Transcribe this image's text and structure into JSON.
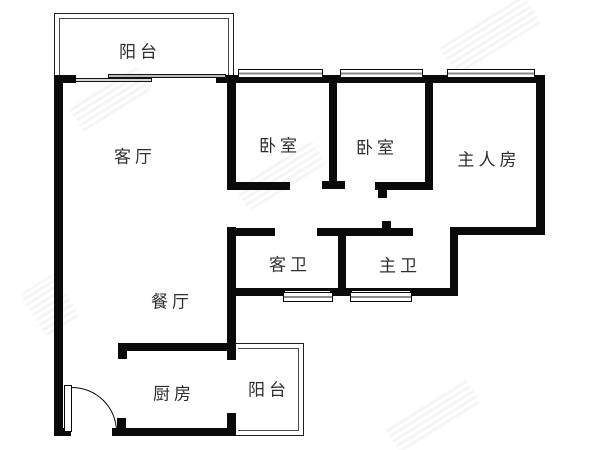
{
  "plan_title": "apartment-floor-plan",
  "rooms": {
    "balcony_top": {
      "label": "阳台"
    },
    "living": {
      "label": "客厅"
    },
    "bedroom_left": {
      "label": "卧室"
    },
    "bedroom_mid": {
      "label": "卧室"
    },
    "master_bedroom": {
      "label": "主人房"
    },
    "guest_bath": {
      "label": "客卫"
    },
    "master_bath": {
      "label": "主卫"
    },
    "dining": {
      "label": "餐厅"
    },
    "kitchen": {
      "label": "厨房"
    },
    "balcony_bottom": {
      "label": "阳台"
    }
  },
  "colors": {
    "wall": "#0a0a0a",
    "thin_line": "#1e1e1e",
    "text": "#2e2e2e",
    "background": "#ffffff",
    "watermark": "#ededed"
  }
}
